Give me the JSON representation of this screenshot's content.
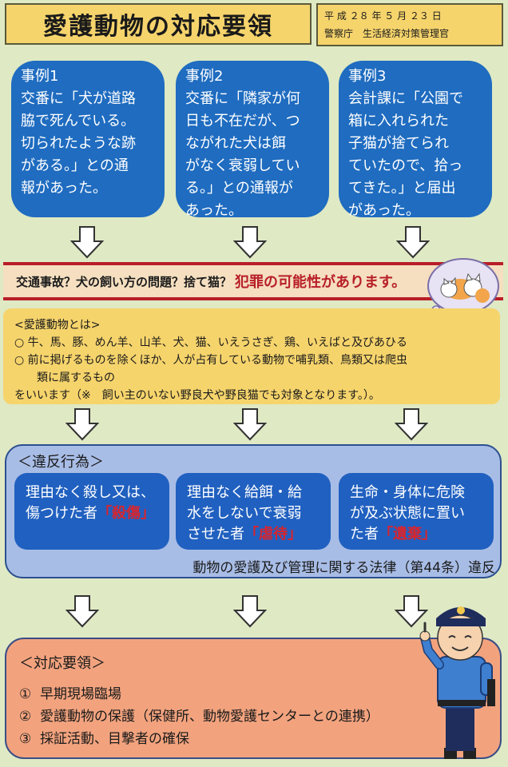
{
  "header": {
    "title": "愛護動物の対応要領",
    "date": "平 成 ２８ 年 ５ 月 ２３ 日",
    "issuer": "警察庁　生活経済対策管理官"
  },
  "cases": [
    {
      "heading": "事例1",
      "lines": [
        "交番に「犬が道路",
        "脇で死んでいる。",
        "切られたような跡",
        "がある。」との通",
        "報があった。"
      ]
    },
    {
      "heading": "事例2",
      "lines": [
        "交番に「隣家が何",
        "日も不在だが、つ",
        "ながれた犬は餌",
        "がなく衰弱してい",
        "る。」との通報が",
        "あった。"
      ]
    },
    {
      "heading": "事例3",
      "lines": [
        "会計課に「公園で",
        "箱に入れられた",
        "子猫が捨てられ",
        "ていたので、拾っ",
        "てきた。」と届出",
        "があった。"
      ]
    }
  ],
  "banner": {
    "question": "交通事故？犬の飼い方の問題？捨て猫？",
    "emphasis": "犯罪の可能性があります。"
  },
  "definition": {
    "heading": "<愛護動物とは>",
    "item1": "○ 牛、馬、豚、めん羊、山羊、犬、猫、いえうさぎ、鶏、いえばと及びあひる",
    "item2a": "○ 前に掲げるものを除くほか、人が占有している動物で哺乳類、鳥類又は爬虫",
    "item2b": "類に属するもの",
    "footer": "をいいます（※　飼い主のいない野良犬や野良猫でも対象となります。）。"
  },
  "violation": {
    "heading": "＜違反行為＞",
    "items": [
      {
        "lines": [
          "理由なく殺し又は、",
          "傷つけた者"
        ],
        "crime": "「殺傷」"
      },
      {
        "lines": [
          "理由なく給餌・給",
          "水をしないで衰弱",
          "させた者"
        ],
        "crime": "「虐待」"
      },
      {
        "lines": [
          "生命・身体に危険",
          "が及ぶ状態に置い",
          "た者"
        ],
        "crime": "「遺棄」"
      }
    ],
    "law": "動物の愛護及び管理に関する法律（第44条）違反"
  },
  "response": {
    "heading": "＜対応要領＞",
    "items": [
      {
        "num": "①",
        "text": "早期現場臨場"
      },
      {
        "num": "②",
        "text": "愛護動物の保護（保健所、動物愛護センターとの連携）"
      },
      {
        "num": "③",
        "text": "採証活動、目撃者の確保"
      }
    ]
  },
  "colors": {
    "background": "#dfe9c4",
    "title_fill": "#f6d46c",
    "case_fill": "#1f6cc0",
    "banner_accent": "#b81f28",
    "violation_panel": "#a8bde6",
    "violation_box": "#2060c0",
    "response_fill": "#f2a37e"
  },
  "icons": {
    "arrow": "down-arrow-icon",
    "cats": "sleeping-cats-illustration",
    "officer": "police-officer-illustration"
  }
}
